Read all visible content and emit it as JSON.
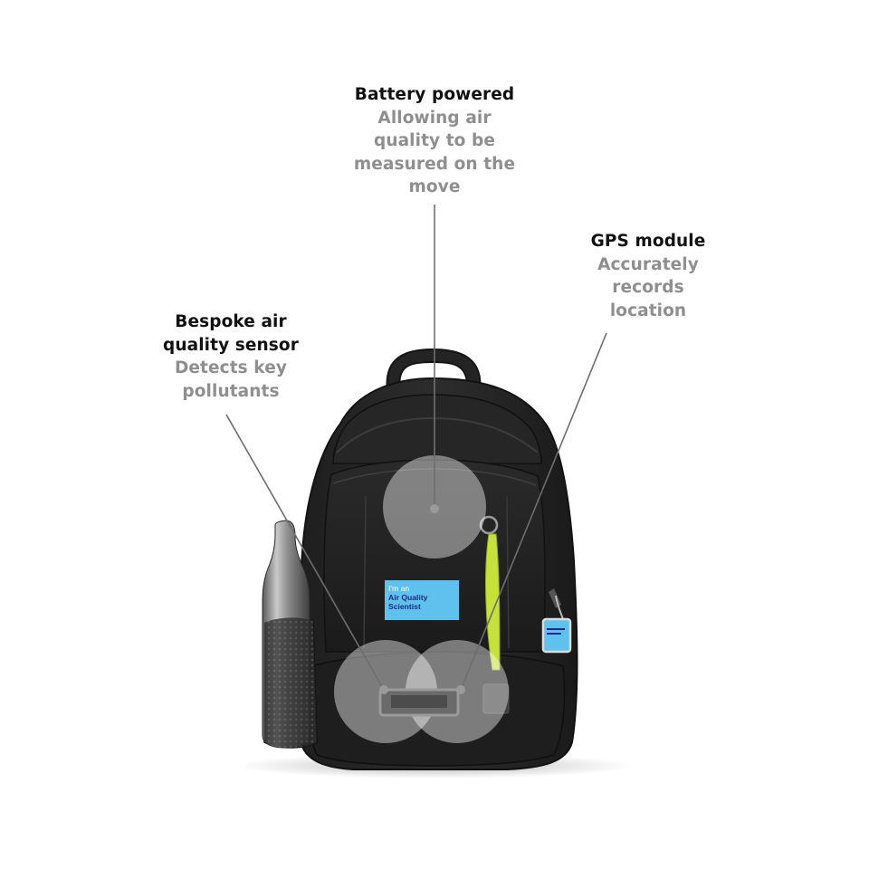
{
  "callouts": {
    "battery": {
      "heading": "Battery powered",
      "description": [
        "Allowing air",
        "quality to be",
        "measured on the",
        "move"
      ]
    },
    "gps": {
      "heading": "GPS module",
      "description": [
        "Accurately",
        "records",
        "location"
      ]
    },
    "sensor": {
      "heading": [
        "Bespoke air",
        "quality sensor"
      ],
      "description": [
        "Detects key",
        "pollutants"
      ]
    }
  },
  "tag": {
    "lines": [
      "I'm an",
      "Air Quality",
      "Scientist"
    ]
  },
  "colors": {
    "heading": "#111111",
    "description": "#8f8f8f",
    "leader_line": "#6e6e6e",
    "highlight_circle": "#ffffff",
    "tag_background": "#5ec1ee",
    "tag_text": "#1d2a86",
    "reflector_strip": "#c6e23a"
  }
}
